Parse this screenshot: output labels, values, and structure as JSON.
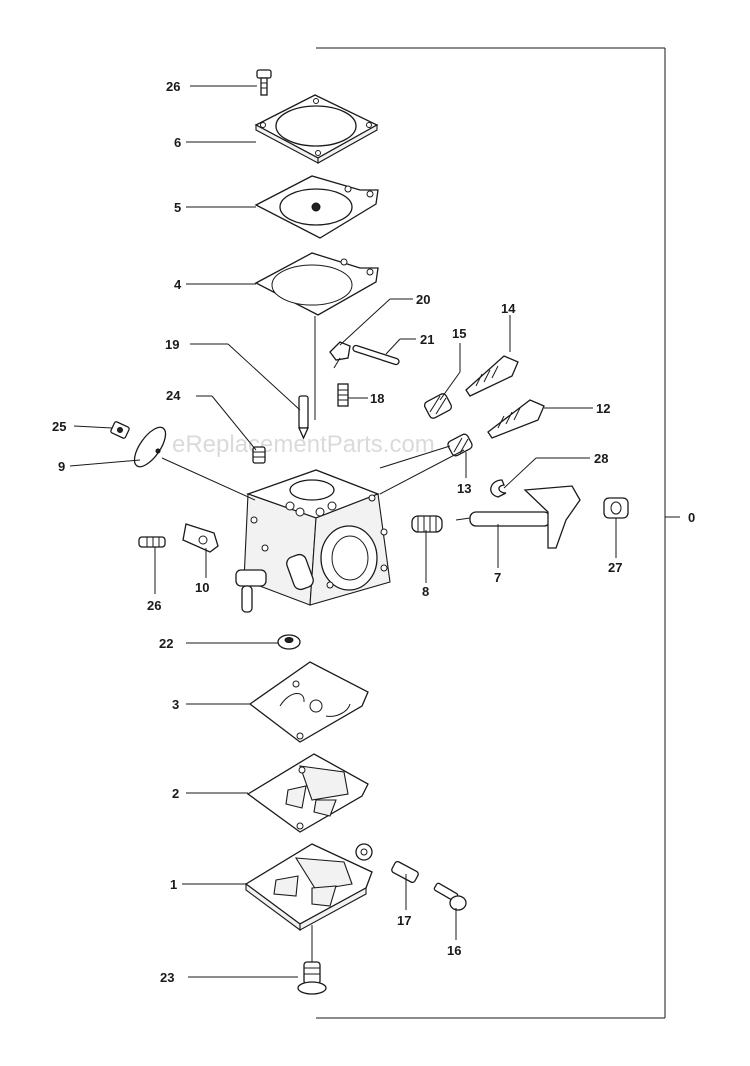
{
  "watermark": "eReplacementParts.com",
  "callouts": {
    "c0": "0",
    "c1": "1",
    "c2": "2",
    "c3": "3",
    "c4": "4",
    "c5": "5",
    "c6": "6",
    "c7": "7",
    "c8": "8",
    "c9": "9",
    "c10": "10",
    "c12": "12",
    "c13": "13",
    "c14": "14",
    "c15": "15",
    "c16": "16",
    "c17": "17",
    "c18": "18",
    "c19": "19",
    "c20": "20",
    "c21": "21",
    "c22": "22",
    "c23": "23",
    "c24": "24",
    "c25": "25",
    "c26a": "26",
    "c26b": "26",
    "c27": "27",
    "c28": "28"
  }
}
